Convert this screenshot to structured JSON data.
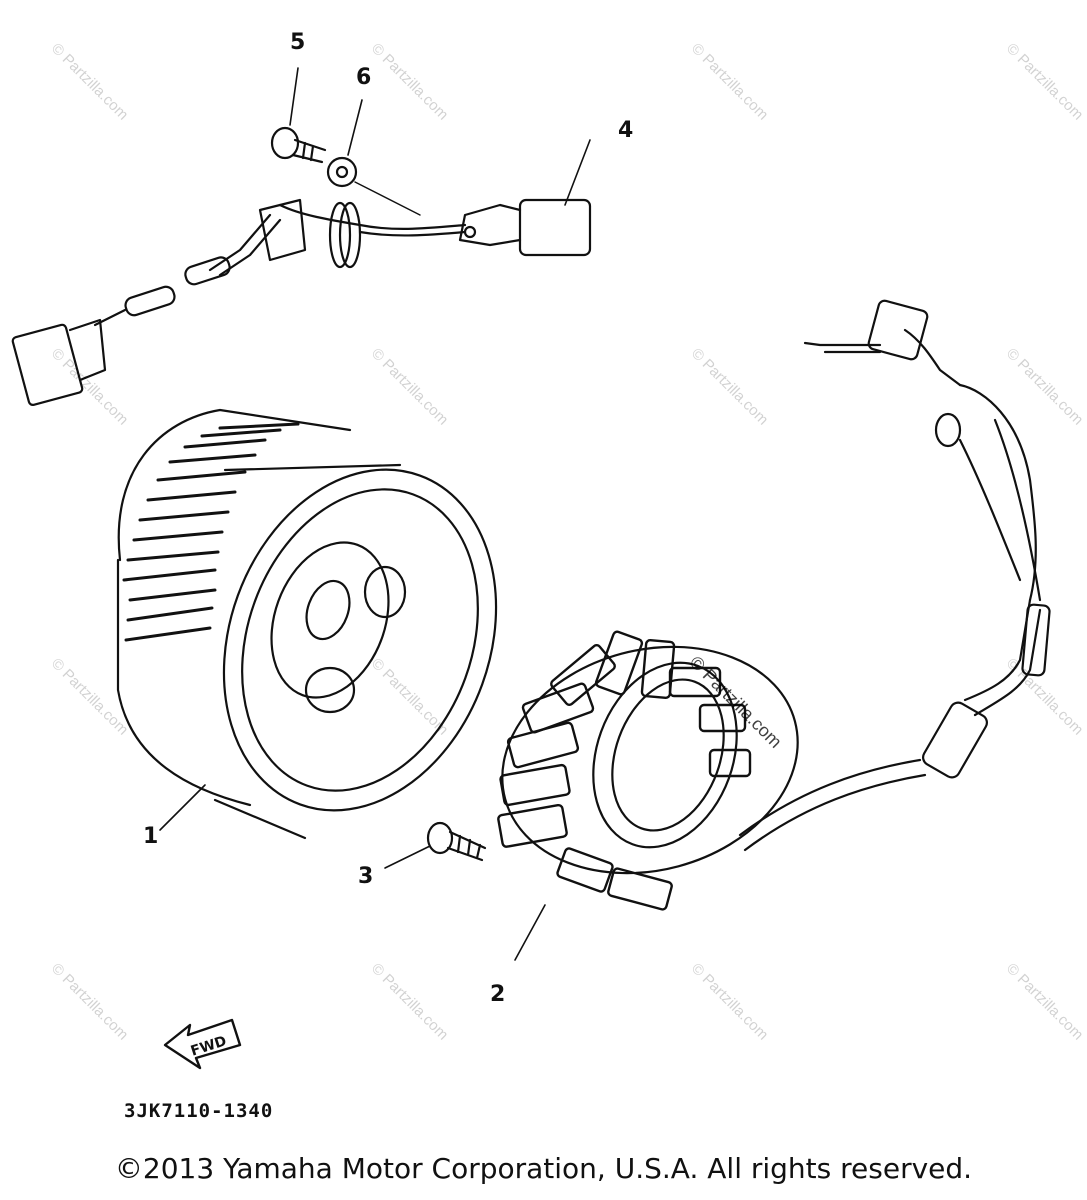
{
  "callouts": {
    "part1": "1",
    "part2": "2",
    "part3": "3",
    "part4": "4",
    "part5": "5",
    "part6": "6"
  },
  "fwd_label": "FWD",
  "diagram_code": "3JK7110-1340",
  "watermark_text": "© Partzilla.com",
  "copyright": "©2013  Yamaha Motor Corporation, U.S.A. All rights reserved."
}
